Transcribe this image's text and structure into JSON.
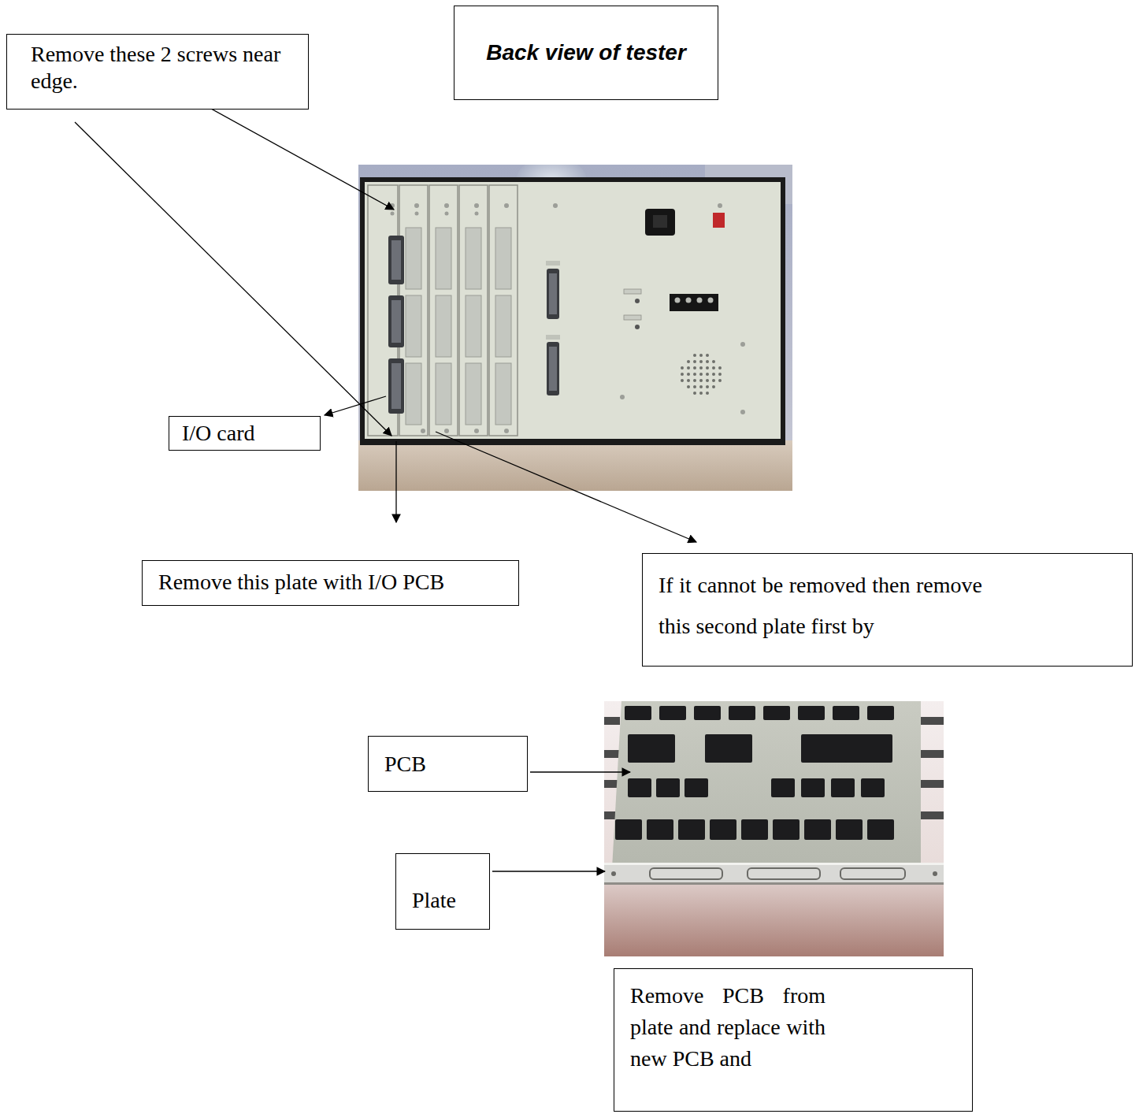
{
  "diagram": {
    "nodes": [
      {
        "text": [
          "Remove these 2 screws near edge."
        ]
      },
      {
        "text": [
          "Back view of tester"
        ]
      },
      {
        "text": [
          "I/O card"
        ]
      },
      {
        "text": [
          "Remove this plate with I/O PCB"
        ]
      },
      {
        "text": [
          "If it cannot be removed then remove this second plate first by"
        ]
      },
      {
        "text": [
          "PCB"
        ]
      },
      {
        "text": [
          "Plate"
        ]
      },
      {
        "text": [
          "Remove PCB from plate and replace with new PCB and"
        ]
      }
    ]
  }
}
